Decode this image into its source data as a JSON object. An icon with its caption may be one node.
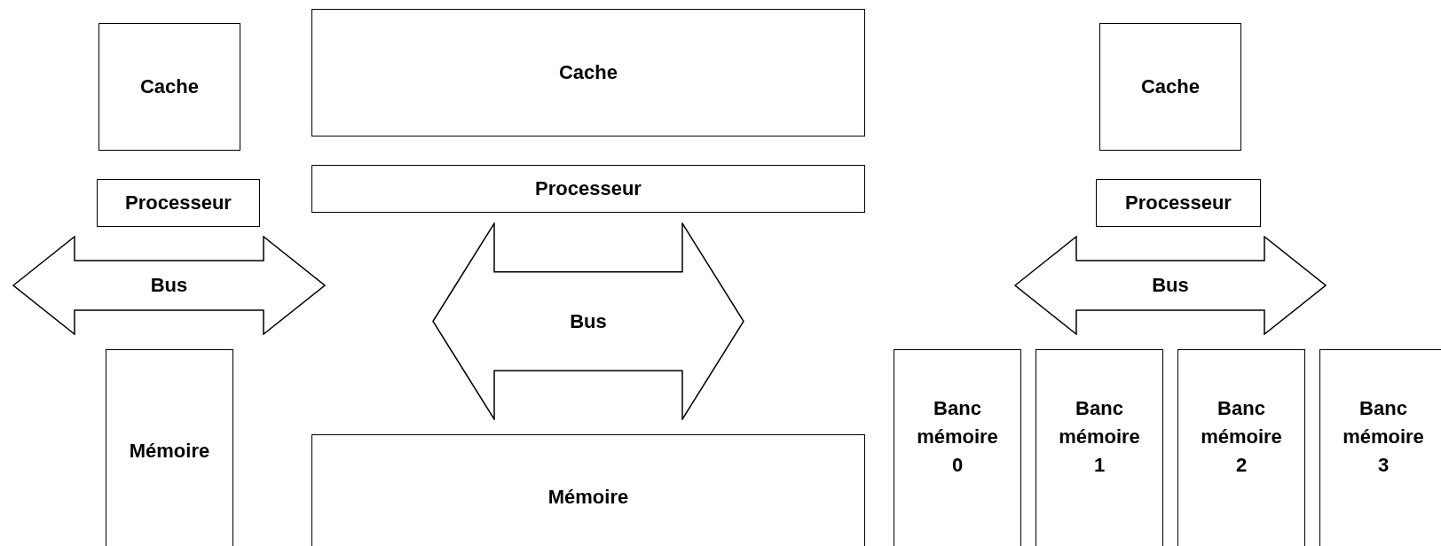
{
  "diagram": {
    "nodes": [
      {
        "text": [
          "Cache"
        ]
      },
      {
        "text": [
          "Processeur"
        ]
      },
      {
        "text": [
          "Bus"
        ]
      },
      {
        "text": [
          "Mémoire"
        ]
      },
      {
        "text": [
          "Cache"
        ]
      },
      {
        "text": [
          "Processeur"
        ]
      },
      {
        "text": [
          "Bus"
        ]
      },
      {
        "text": [
          "Mémoire"
        ]
      },
      {
        "text": [
          "Cache"
        ]
      },
      {
        "text": [
          "Processeur"
        ]
      },
      {
        "text": [
          "Bus"
        ]
      },
      {
        "text": [
          "Banc mémoire 0"
        ]
      },
      {
        "text": [
          "Banc mémoire 1"
        ]
      },
      {
        "text": [
          "Banc mémoire 2"
        ]
      },
      {
        "text": [
          "Banc mémoire 3"
        ]
      }
    ]
  }
}
